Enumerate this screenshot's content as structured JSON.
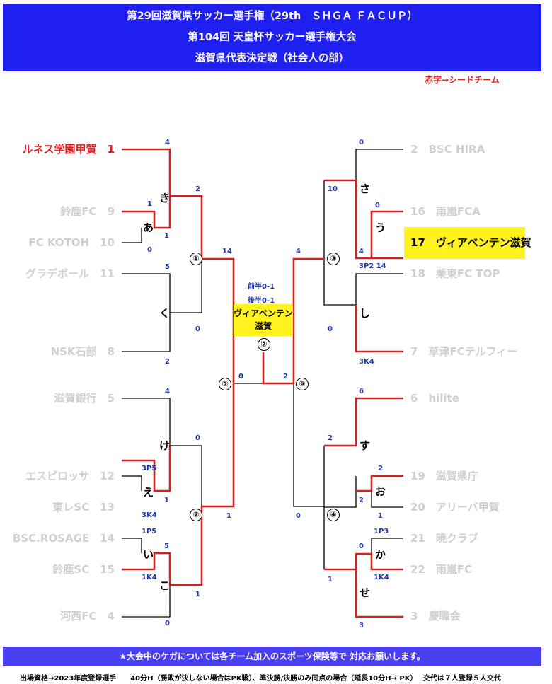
{
  "header": {
    "line1": "第29回滋賀県サッカー選手権（29th　ＳＨＧＡ ＦＡＣＵＰ）",
    "line2": "第104回 天皇杯サッカー選手権大会",
    "line3": "滋賀県代表決定戦（社会人の部）"
  },
  "legend": "赤字→シードチーム",
  "teams_left": [
    {
      "name": "ルネス学園甲賀",
      "seed": "1"
    },
    {
      "name": "鈴鹿FC",
      "seed": "9"
    },
    {
      "name": "FC KOTOH",
      "seed": "10"
    },
    {
      "name": "グラデボール",
      "seed": "11"
    },
    {
      "name": "NSK石部",
      "seed": "8"
    },
    {
      "name": "滋賀銀行",
      "seed": "5"
    },
    {
      "name": "エスピロッサ",
      "seed": "12"
    },
    {
      "name": "東レSC",
      "seed": "13"
    },
    {
      "name": "BSC.ROSAGE",
      "seed": "14"
    },
    {
      "name": "鈴鹿SC",
      "seed": "15"
    },
    {
      "name": "河西FC",
      "seed": "4"
    }
  ],
  "teams_right": [
    {
      "seed": "2",
      "name": "BSC HIRA"
    },
    {
      "seed": "16",
      "name": "雨嵐FCA"
    },
    {
      "seed": "17",
      "name": "ヴィアベンテン滋賀"
    },
    {
      "seed": "18",
      "name": "栗東FC TOP"
    },
    {
      "seed": "7",
      "name": "草津FCテルフィー"
    },
    {
      "seed": "6",
      "name": "hilite"
    },
    {
      "seed": "19",
      "name": "滋賀県庁"
    },
    {
      "seed": "20",
      "name": "アリーバ甲賀"
    },
    {
      "seed": "21",
      "name": "暁クラブ"
    },
    {
      "seed": "22",
      "name": "雨嵐FC"
    },
    {
      "seed": "3",
      "name": "慶職会"
    }
  ],
  "scores": {
    "l1": "4",
    "l2": "1",
    "l3": "1",
    "l4": "0",
    "l5": "2",
    "l6": "5",
    "l7": "0",
    "l8": "2",
    "l9": "14",
    "l10": "4",
    "l11": "0",
    "l12": "3P5",
    "l13": "1",
    "l14": "3K4",
    "l15": "1P5",
    "l16": "5",
    "l17": "1K4",
    "l18": "1",
    "l19": "0",
    "l20": "1",
    "l21": "0",
    "r1": "0",
    "r2": "10",
    "r3": "0",
    "r4": "4",
    "r5": "3P2 14",
    "r6": "0",
    "r7": "3K4",
    "r8": "4",
    "r9": "6",
    "r10": "2",
    "r11": "2",
    "r12": "2",
    "r13": "1",
    "r14": "1P3",
    "r15": "0",
    "r16": "1K4",
    "r17": "1",
    "r18": "3",
    "r19": "0",
    "f1": "0",
    "f2": "2"
  },
  "matches": {
    "a": "あ",
    "i": "い",
    "u": "う",
    "e": "え",
    "o": "お",
    "ka": "か",
    "ki": "き",
    "ku": "く",
    "ke": "け",
    "ko": "こ",
    "sa": "さ",
    "shi": "し",
    "su": "す",
    "se": "せ",
    "c1": "①",
    "c2": "②",
    "c3": "③",
    "c4": "④",
    "c5": "⑤",
    "c6": "⑥",
    "c7": "⑦"
  },
  "final": {
    "first_half": "前半0-1",
    "second_half": "後半0-1",
    "winner_line1": "ヴィアベンテン",
    "winner_line2": "滋賀"
  },
  "footer": "★大会中のケガについては各チーム加入のスポーツ保険等で 対応お願いします。",
  "note": "出場資格→2023年度登録選手　　40分H（勝敗が決しない場合はPK戦）、準決勝/決勝のみ同点の場合（延長10分H→ PK）　 交代は７人登録５人交代",
  "colors": {
    "header_bg": "#1f1ff0",
    "win_line": "#d42020",
    "lose_line": "#000000",
    "highlight": "#fff21f",
    "footer_bg": "#4a3ff0"
  }
}
